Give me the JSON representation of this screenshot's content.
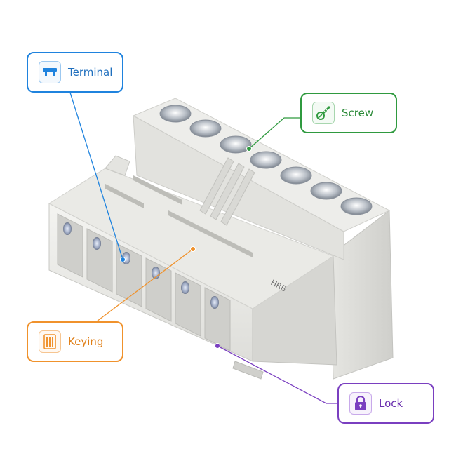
{
  "callouts": {
    "terminal": {
      "label": "Terminal",
      "icon": "terminal-icon",
      "color": "#1f83de"
    },
    "screw": {
      "label": "Screw",
      "icon": "screw-icon",
      "color": "#2f9a3f"
    },
    "keying": {
      "label": "Keying",
      "icon": "keying-icon",
      "color": "#f0922c"
    },
    "lock": {
      "label": "Lock",
      "icon": "lock-icon",
      "color": "#7a3fc0"
    }
  },
  "product": {
    "marking": "HRB"
  }
}
